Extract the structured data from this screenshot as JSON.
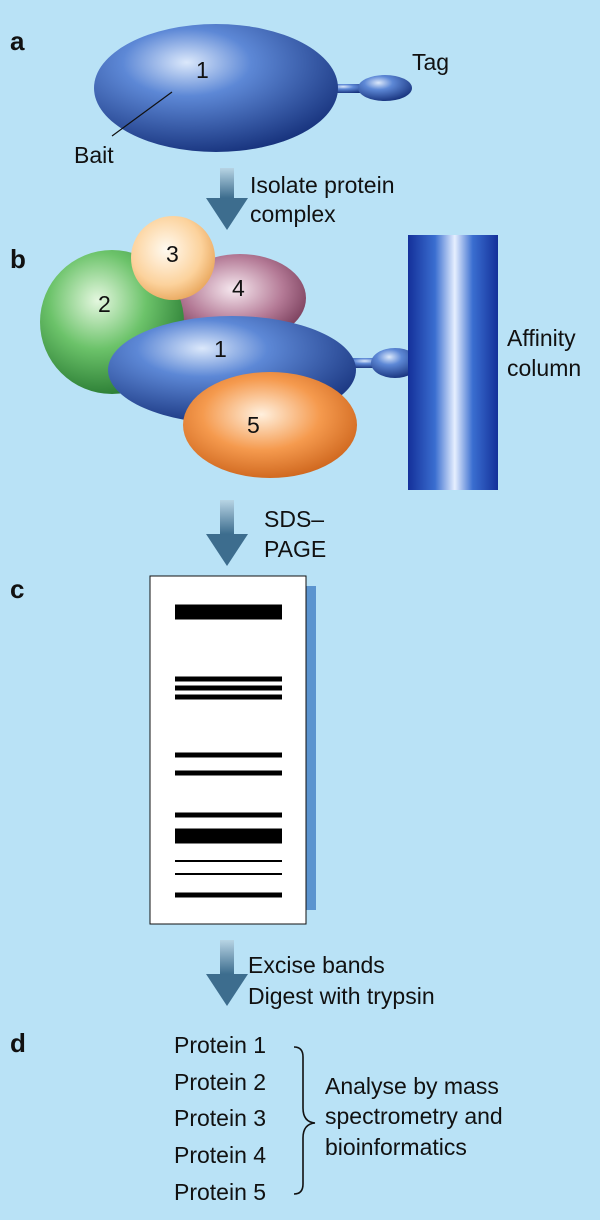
{
  "panels": {
    "a": "a",
    "b": "b",
    "c": "c",
    "d": "d"
  },
  "step_a": {
    "protein_number": "1",
    "tag_label": "Tag",
    "bait_label": "Bait"
  },
  "arrows": {
    "a_to_b": [
      "Isolate protein",
      "complex"
    ],
    "b_to_c": [
      "SDS–",
      "PAGE"
    ],
    "c_to_d": [
      "Excise bands",
      "Digest with trypsin"
    ]
  },
  "step_b": {
    "protein_numbers": [
      "2",
      "3",
      "4",
      "1",
      "5"
    ],
    "column_label": [
      "Affinity",
      "column"
    ]
  },
  "step_c": {
    "bands": [
      "thick",
      "medium",
      "medium",
      "medium",
      "medium",
      "medium",
      "medium",
      "thick",
      "thin",
      "thin",
      "medium"
    ]
  },
  "step_d": {
    "proteins": [
      "Protein 1",
      "Protein 2",
      "Protein 3",
      "Protein 4",
      "Protein 5"
    ],
    "analysis": [
      "Analyse by mass",
      "spectrometry and",
      "bioinformatics"
    ]
  },
  "colors": {
    "background": "#b9e2f6",
    "bait_blue": "#2a58b0",
    "protein_green": "#3c9a3c",
    "protein_peach": "#f6b870",
    "protein_purple": "#7c3a58",
    "protein_orange": "#e06a14",
    "arrow": "#4a7896",
    "gel_shadow": "#5b94cf"
  }
}
